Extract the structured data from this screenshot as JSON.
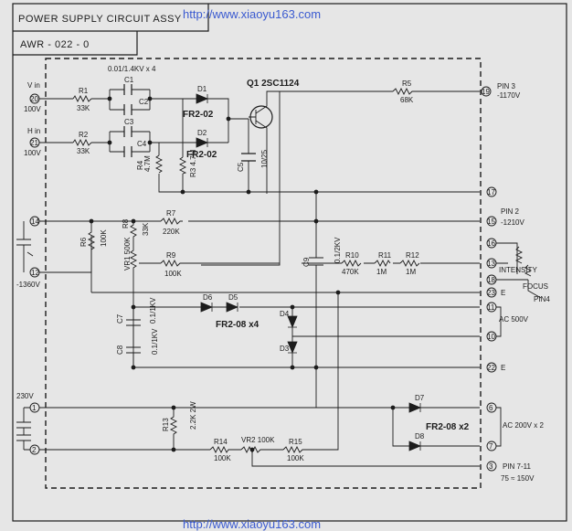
{
  "watermark": {
    "top": "http://www.xiaoyu163.com",
    "bottom": "http://www.xiaoyu163.com"
  },
  "title_block": {
    "title": "POWER SUPPLY CIRCUIT ASSY",
    "part": "AWR - 022 - 0"
  },
  "cap_group_note": "0.01/1.4KV x 4",
  "inputs": {
    "v_in": {
      "label": "V in",
      "pin": "20",
      "voltage": "100V"
    },
    "h_in": {
      "label": "H in",
      "pin": "21",
      "voltage": "100V"
    },
    "pin14": "14",
    "pin12": "12",
    "neg1360": "-1360V",
    "v230": "230V",
    "pin1": "1",
    "pin2": "2"
  },
  "components": {
    "R1": "R1",
    "R1v": "33K",
    "R2": "R2",
    "R2v": "33K",
    "C1": "C1",
    "C2": "C2",
    "C3": "C3",
    "C4": "C4",
    "D1": "D1",
    "D2": "D2",
    "fr1": "FR2-02",
    "fr2": "FR2-02",
    "R3": "R3 4.7M",
    "R4": "R4",
    "R4v": "4.7M",
    "C5": "C5",
    "C5v": "10/25",
    "Q1": "Q1 2SC1124",
    "Q1s": "Q1",
    "R5": "R5",
    "R5v": "68K",
    "R6": "R6",
    "R6v": "100K",
    "R7": "R7",
    "R7v": "220K",
    "R8": "R8",
    "R8v": "33K",
    "VR1": "VR1 500K",
    "R9": "R9",
    "R9v": "100K",
    "C9": "C9",
    "C9v": "0.1/2KV",
    "R10": "R10",
    "R10v": "470K",
    "R11": "R11",
    "R11v": "1M",
    "R12": "R12",
    "R12v": "1M",
    "D6": "D6",
    "D5": "D5",
    "D4": "D4",
    "D3": "D3",
    "fr4": "FR2-08 x4",
    "C7": "C7",
    "C7v": "0.1/1KV",
    "C8": "C8",
    "C8v": "0.1/1KV",
    "R13": "R13",
    "R13v": "2.2K 2W",
    "R14": "R14",
    "R14v": "100K",
    "VR2": "VR2 100K",
    "R15": "R15",
    "R15v": "100K",
    "D7": "D7",
    "D8": "D8",
    "fr2x": "FR2-08 x2",
    "intensity": "INTENSITY",
    "focus": "FOCUS"
  },
  "outputs": {
    "p19": "19",
    "pin3": "PIN 3",
    "pin3v": "-1170V",
    "p17": "17",
    "p15": "15",
    "pin2": "PIN 2",
    "pin2v": "-1210V",
    "p16": "16",
    "p13": "13",
    "p18": "18",
    "p23": "23",
    "e1": "E",
    "p11": "11",
    "ac500": "AC 500V",
    "p10": "10",
    "p22": "22",
    "e2": "E",
    "pin4": "PIN4",
    "p6": "6",
    "ac200": "AC 200V x 2",
    "p7": "7",
    "p3": "3",
    "pin711": "PIN 7-11",
    "v150": "75 ≈ 150V"
  }
}
